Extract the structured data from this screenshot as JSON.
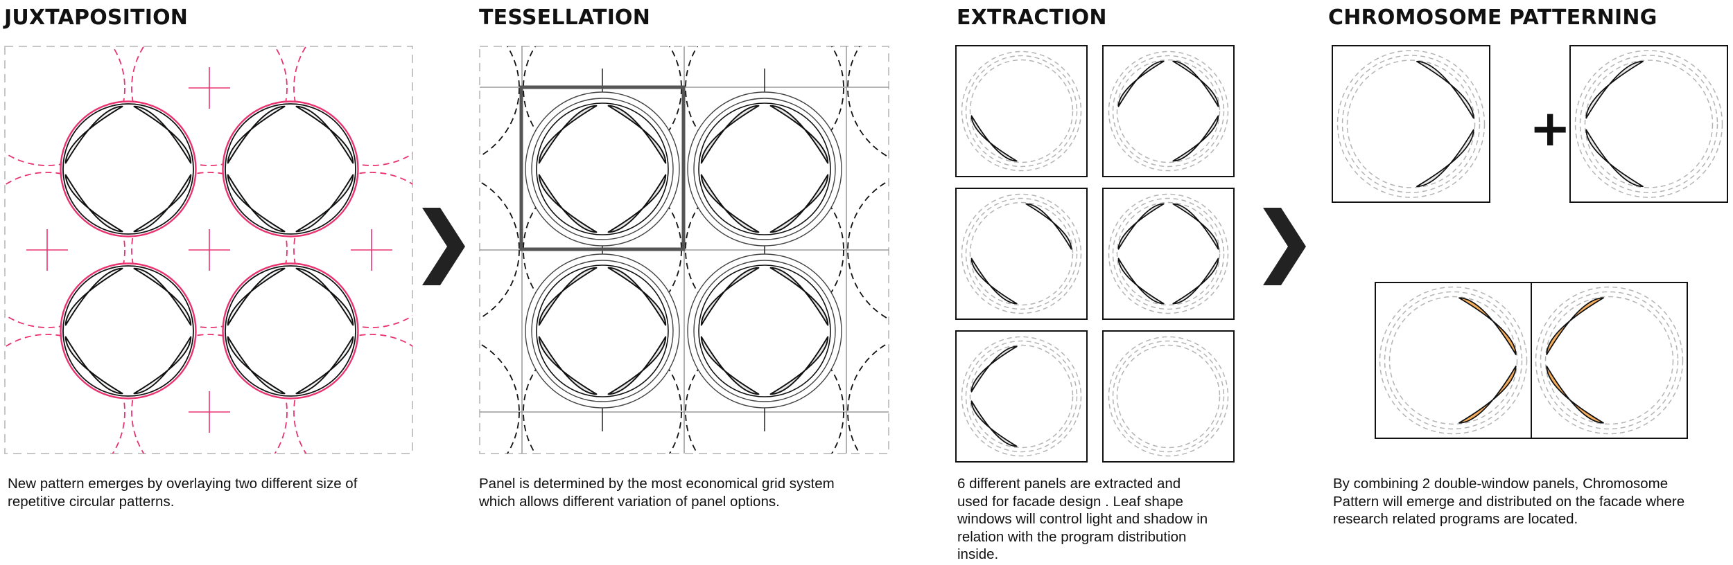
{
  "sections": {
    "juxtaposition": {
      "title": "JUXTAPOSITION",
      "lines": [
        "New pattern  emerges by overlaying two different size of",
        "repetitive circular patterns."
      ]
    },
    "tessellation": {
      "title": "TESSELLATION",
      "lines": [
        "Panel is determined by the most economical grid system",
        "which allows different variation of panel options."
      ]
    },
    "extraction": {
      "title": "EXTRACTION",
      "lines": [
        "6 different panels are extracted and",
        "used for facade design . Leaf shape",
        "windows will control light and shadow in",
        "relation with the program distribution",
        "inside."
      ]
    },
    "chromosome": {
      "title": "CHROMOSOME PATTERNING",
      "lines": [
        "By combining 2 double-window panels, Chromosome",
        "Pattern will emerge and distributed on the facade where",
        "research related programs are located."
      ]
    }
  },
  "plus_symbol": "+",
  "colors": {
    "pink": "#e8336f",
    "leaf_fill": "#e8e8ea",
    "leaf_fill_light": "#f3f4f6",
    "orange": "#f6ae5c",
    "dash_gray": "#b4b4b4",
    "dark": "#111111",
    "arrow": "#222222",
    "highlight_frame": "#555555"
  },
  "icons": {
    "step_arrow": "chevron-right-icon",
    "combine": "plus-icon"
  }
}
